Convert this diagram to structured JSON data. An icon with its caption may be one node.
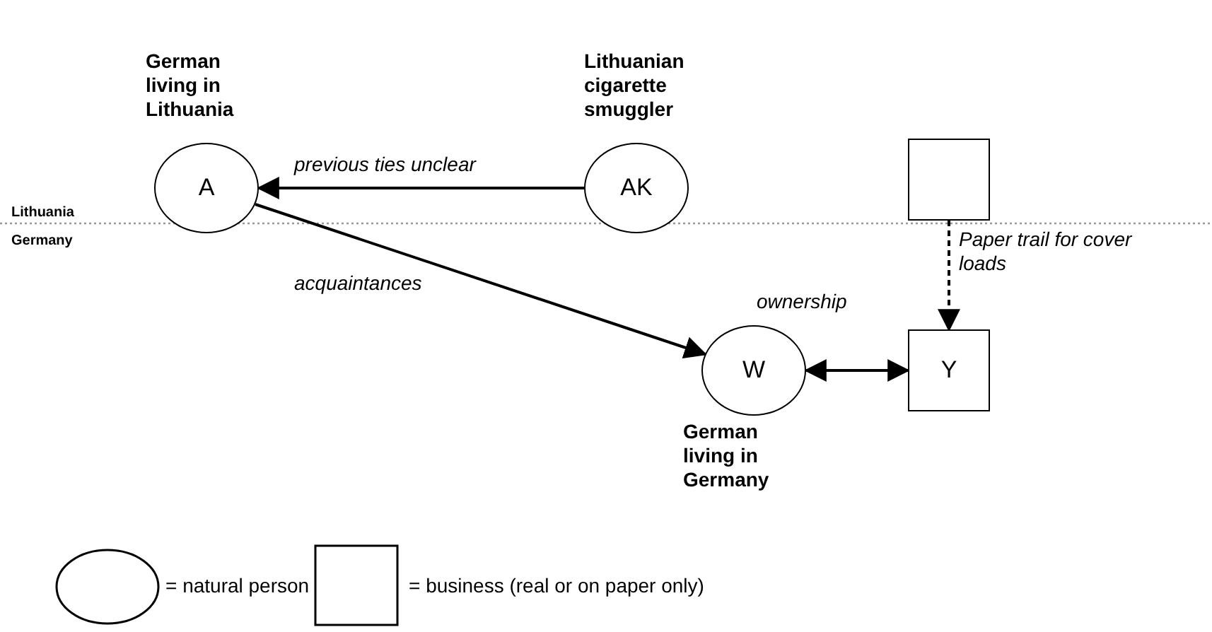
{
  "diagram": {
    "nodes": [
      {
        "text": [
          "A"
        ],
        "beside": [
          "German living in Lithuania"
        ]
      },
      {
        "text": [
          "AK"
        ],
        "beside": [
          "Lithuanian cigarette smuggler"
        ]
      },
      {
        "text": [],
        "shape": "box"
      },
      {
        "text": [
          "W"
        ],
        "beside": [
          "German living in Germany"
        ]
      },
      {
        "text": [
          "Y"
        ]
      }
    ],
    "edges": [
      {
        "from": 1,
        "to": 0,
        "arrow": "to",
        "label": "previous ties unclear"
      },
      {
        "from": 0,
        "to": 3,
        "arrow": "to",
        "label": "acquaintances"
      },
      {
        "from": 2,
        "to": 4,
        "arrow": "to",
        "style": "dashed",
        "label": "Paper trail for cover loads"
      },
      {
        "from": 3,
        "to": 4,
        "arrow": "both",
        "label": "ownership"
      }
    ],
    "labels": [
      "Lithuania",
      "Germany"
    ],
    "legend": [
      {
        "text": "= natural person"
      },
      {
        "text": "= business (real or on paper only)"
      }
    ]
  }
}
